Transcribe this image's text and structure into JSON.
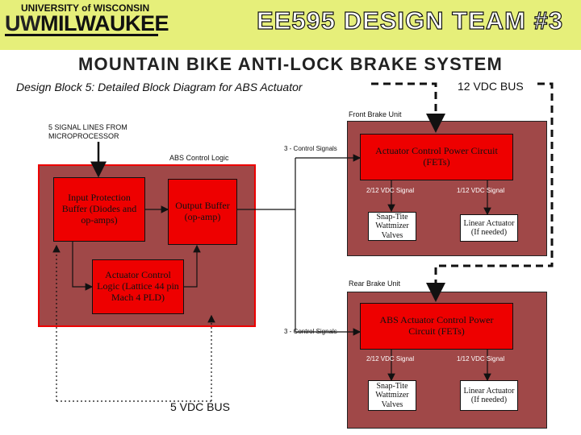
{
  "header": {
    "logo_top": "UNIVERSITY of WISCONSIN",
    "logo_uw": "UW",
    "logo_main": "MILWAUKEE",
    "team_title": "EE595 DESIGN TEAM #3"
  },
  "system_title": "MOUNTAIN BIKE ANTI-LOCK BRAKE SYSTEM",
  "subtitle": "Design Block 5: Detailed Block Diagram for ABS Actuator",
  "bus": {
    "top": "12 VDC BUS",
    "bottom": "5 VDC BUS"
  },
  "signal_lines_label": "5 SIGNAL LINES FROM MICROPROCESSOR",
  "control_logic": {
    "panel_label": "ABS Control Logic",
    "input_buffer": "Input Protection Buffer (Diodes and op-amps)",
    "output_buffer": "Output Buffer (op-amp)",
    "logic": "Actuator Control Logic (Lattice 44 pin Mach 4 PLD)"
  },
  "front_unit": {
    "label": "Front Brake Unit",
    "signals": "3 - Control Signals",
    "power": "Actuator Control Power Circuit (FETs)",
    "signal_a": "2/12 VDC Signal",
    "signal_b": "1/12 VDC Signal",
    "valve": "Snap-Tite Wattmizer Valves",
    "actuator": "Linear Actuator (If needed)"
  },
  "rear_unit": {
    "label": "Rear Brake Unit",
    "signals": "3 - Control Signals",
    "power": "ABS Actuator Control Power Circuit (FETs)",
    "signal_a": "2/12 VDC Signal",
    "signal_b": "1/12 VDC Signal",
    "valve": "Snap-Tite Wattmizer Valves",
    "actuator": "Linear Actuator (If needed)"
  },
  "colors": {
    "header_bg": "#e6ef7a",
    "panel": "#a04848",
    "block": "#ee0000",
    "logic_border": "#ee0000"
  }
}
